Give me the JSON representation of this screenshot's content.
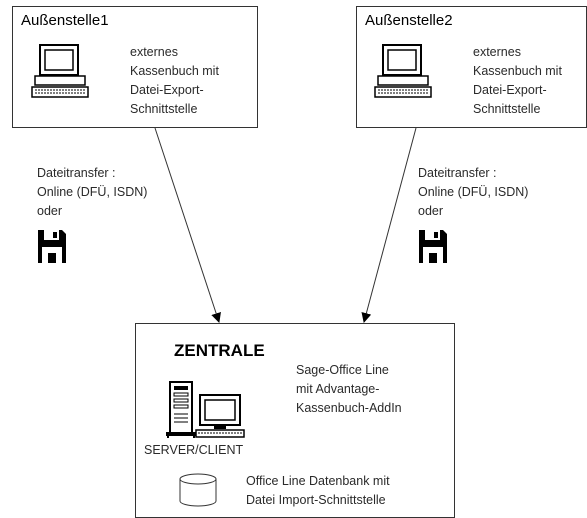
{
  "branch1": {
    "title": "Außenstelle1",
    "desc": [
      "externes",
      "Kassenbuch mit",
      "Datei-Export-",
      "Schnittstelle"
    ]
  },
  "branch2": {
    "title": "Außenstelle2",
    "desc": [
      "externes",
      "Kassenbuch mit",
      "Datei-Export-",
      "Schnittstelle"
    ]
  },
  "transfer1": {
    "lines": [
      "Dateitransfer  :",
      "Online (DFÜ, ISDN)",
      "oder"
    ]
  },
  "transfer2": {
    "lines": [
      "Dateitransfer  :",
      "Online (DFÜ, ISDN)",
      "oder"
    ]
  },
  "central": {
    "title": "ZENTRALE",
    "software": [
      "Sage-Office Line",
      "mit Advantage-",
      "Kassenbuch-AddIn"
    ],
    "server_label": "SERVER/CLIENT",
    "database": [
      "Office Line Datenbank mit",
      "Datei Import-Schnittstelle"
    ]
  },
  "icons": {
    "computer": "desktop-computer-icon",
    "floppy": "floppy-disk-icon",
    "server": "server-workstation-icon",
    "database": "database-cylinder-icon"
  }
}
